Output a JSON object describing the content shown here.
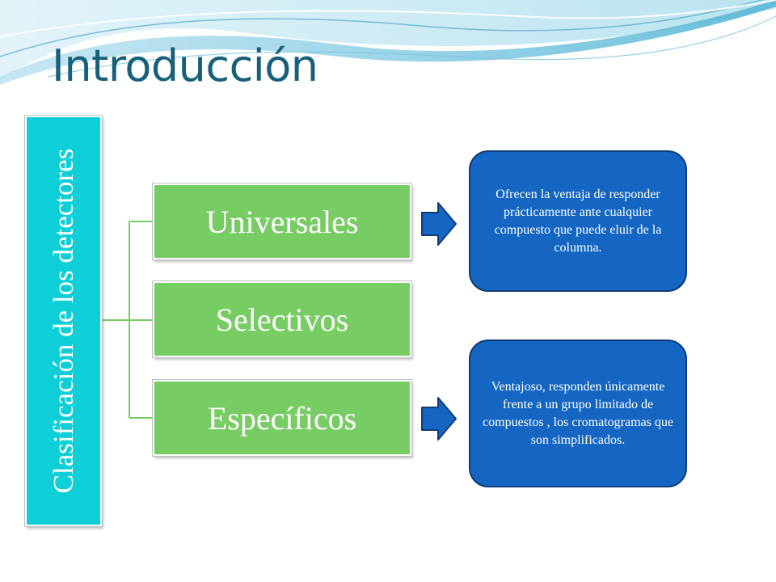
{
  "slide": {
    "title": "Introducción",
    "root_label": "Clasificación de los detectores",
    "categories": [
      {
        "label": "Universales"
      },
      {
        "label": "Selectivos"
      },
      {
        "label": "Específicos"
      }
    ],
    "callouts": [
      {
        "text": "Ofrecen la ventaja de responder prácticamente ante cualquier compuesto que puede eluir de la columna."
      },
      {
        "text": "Ventajoso,  responden únicamente frente a un grupo limitado de compuestos , los cromatogramas que son simplificados."
      }
    ]
  },
  "colors": {
    "title": "#17607a",
    "root_fill": "#0ecfd8",
    "category_fill": "#78cc64",
    "connector": "#78cc64",
    "callout_fill": "#1566c2",
    "arrow_fill": "#1566c2"
  },
  "icons": {
    "arrows": [
      "right-arrow-icon",
      "right-arrow-icon"
    ],
    "decoration": "wave-decoration"
  }
}
